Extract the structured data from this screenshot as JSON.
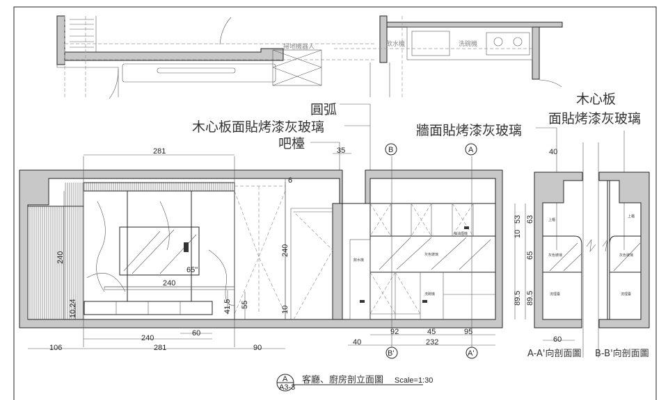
{
  "plan_labels": {
    "robot": "掃地機器人",
    "water": "飲水機",
    "dishwasher": "洗碗機"
  },
  "callouts": {
    "arc": "圓弧",
    "wood_glass": "木心板面貼烤漆灰玻璃",
    "bar": "吧檯",
    "wall_glass": "牆面貼烤漆灰玻璃",
    "wood": "木心板",
    "face_glass": "面貼烤漆灰玻璃"
  },
  "markers": {
    "a": "A",
    "b": "B",
    "a_prime": "A'",
    "b_prime": "B'"
  },
  "tv_size": "65\"",
  "dims": {
    "top_281": "281",
    "d35": "35",
    "d40": "40",
    "d6": "6",
    "h240a": "240",
    "h240b": "240",
    "w240": "240",
    "d10_24": "10.24",
    "d41_5": "41.5",
    "d55": "55",
    "d10": "10",
    "d60": "60",
    "b240": "240",
    "b106": "106",
    "b281": "281",
    "b90": "90",
    "k92": "92",
    "k45": "45",
    "k95": "95",
    "k40": "40",
    "k232": "232",
    "k53": "53",
    "k63": "63",
    "k10": "10",
    "k65": "65",
    "k89_5a": "89.5",
    "k89_5b": "89.5",
    "s60": "60"
  },
  "cabinet_labels": {
    "water": "飲水機",
    "glass": "灰色玻璃",
    "hood": "抽油煙機",
    "dw": "洗碗機",
    "upper": "上櫃",
    "counter": "流理臺"
  },
  "section_titles": {
    "aa": "A-A'向剖面圖",
    "bb": "B-B'向剖面圖"
  },
  "title": {
    "circle_top": "A",
    "circle_bottom": "A3-3",
    "text": "客廳、廚房剖立面圖",
    "scale": "Scale=1:30"
  }
}
